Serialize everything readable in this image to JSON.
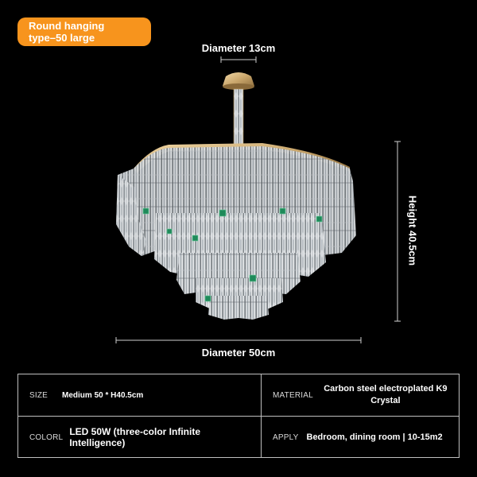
{
  "badge": {
    "line1": "Round hanging",
    "line2": "type–50 large",
    "color": "#f7941d"
  },
  "dimensions": {
    "top": "Diameter 13cm",
    "bottom": "Diameter 50cm",
    "side": "Height 40.5cm"
  },
  "specs": {
    "size": {
      "label": "SIZE",
      "value": "Medium 50 * H40.5cm"
    },
    "material": {
      "label": "MATERIAL",
      "value": "Carbon steel electroplated K9 Crystal"
    },
    "color": {
      "label": "COLORL",
      "value": "LED 50W (three-color Infinite Intelligence)"
    },
    "apply": {
      "label": "APPLY",
      "value": "Bedroom, dining room | 10-15m2"
    }
  },
  "colors": {
    "background": "#000000",
    "gold": "#c9a66b",
    "crystal": "#d8dde2",
    "emerald": "#1f8a5a"
  }
}
